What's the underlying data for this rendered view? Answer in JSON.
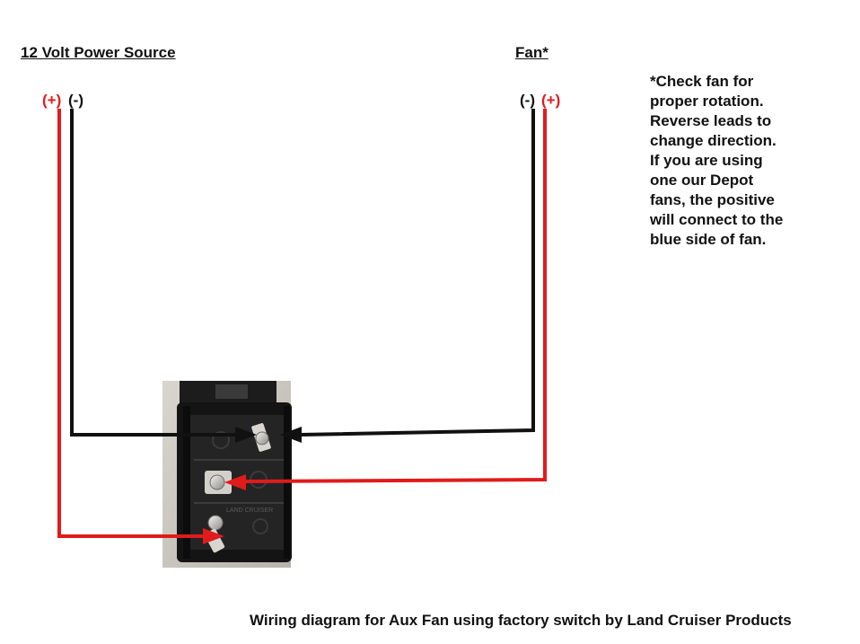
{
  "power_source": {
    "title": "12 Volt Power Source",
    "positive_label": "(+)",
    "negative_label": "(-)"
  },
  "fan": {
    "title": "Fan*",
    "negative_label": "(-)",
    "positive_label": "(+)"
  },
  "note_lines": [
    "*Check fan for",
    "proper rotation.",
    "Reverse leads to",
    "change direction.",
    "If you are using",
    "one our Depot",
    "fans, the positive",
    "will connect to the",
    "blue side of fan."
  ],
  "caption": "Wiring diagram for Aux Fan using factory switch by Land Cruiser Products",
  "switch_marking": "LAND CRUISER",
  "colors": {
    "positive_wire": "#e01b1b",
    "negative_wire": "#111111"
  }
}
